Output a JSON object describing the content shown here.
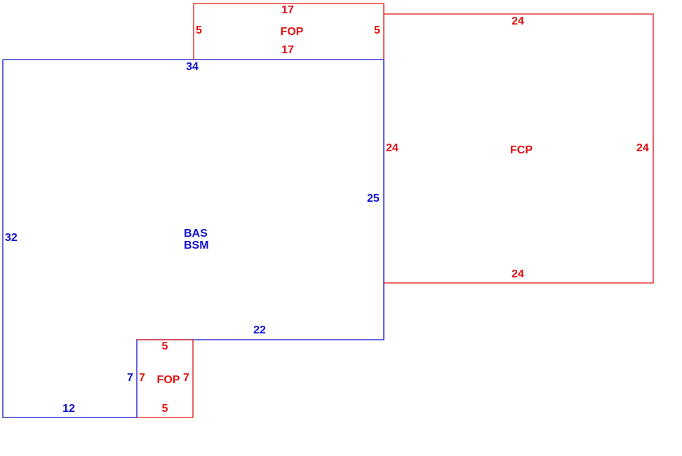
{
  "colors": {
    "main_area": "#1010cc",
    "addition": "#e01010"
  },
  "main_area": {
    "codes": [
      "BAS",
      "BSM"
    ],
    "dims": {
      "top": "34",
      "left": "32",
      "right": "25",
      "mid_bottom": "22",
      "notch": "7",
      "bottom": "12"
    }
  },
  "porch_top": {
    "code": "FOP",
    "dims": {
      "top": "17",
      "bottom": "17",
      "left": "5",
      "right": "5"
    }
  },
  "carport": {
    "code": "FCP",
    "dims": {
      "top": "24",
      "bottom": "24",
      "left": "24",
      "right": "24"
    }
  },
  "porch_bottom": {
    "code": "FOP",
    "dims": {
      "top": "5",
      "bottom": "5",
      "left": "7",
      "right": "7"
    }
  }
}
